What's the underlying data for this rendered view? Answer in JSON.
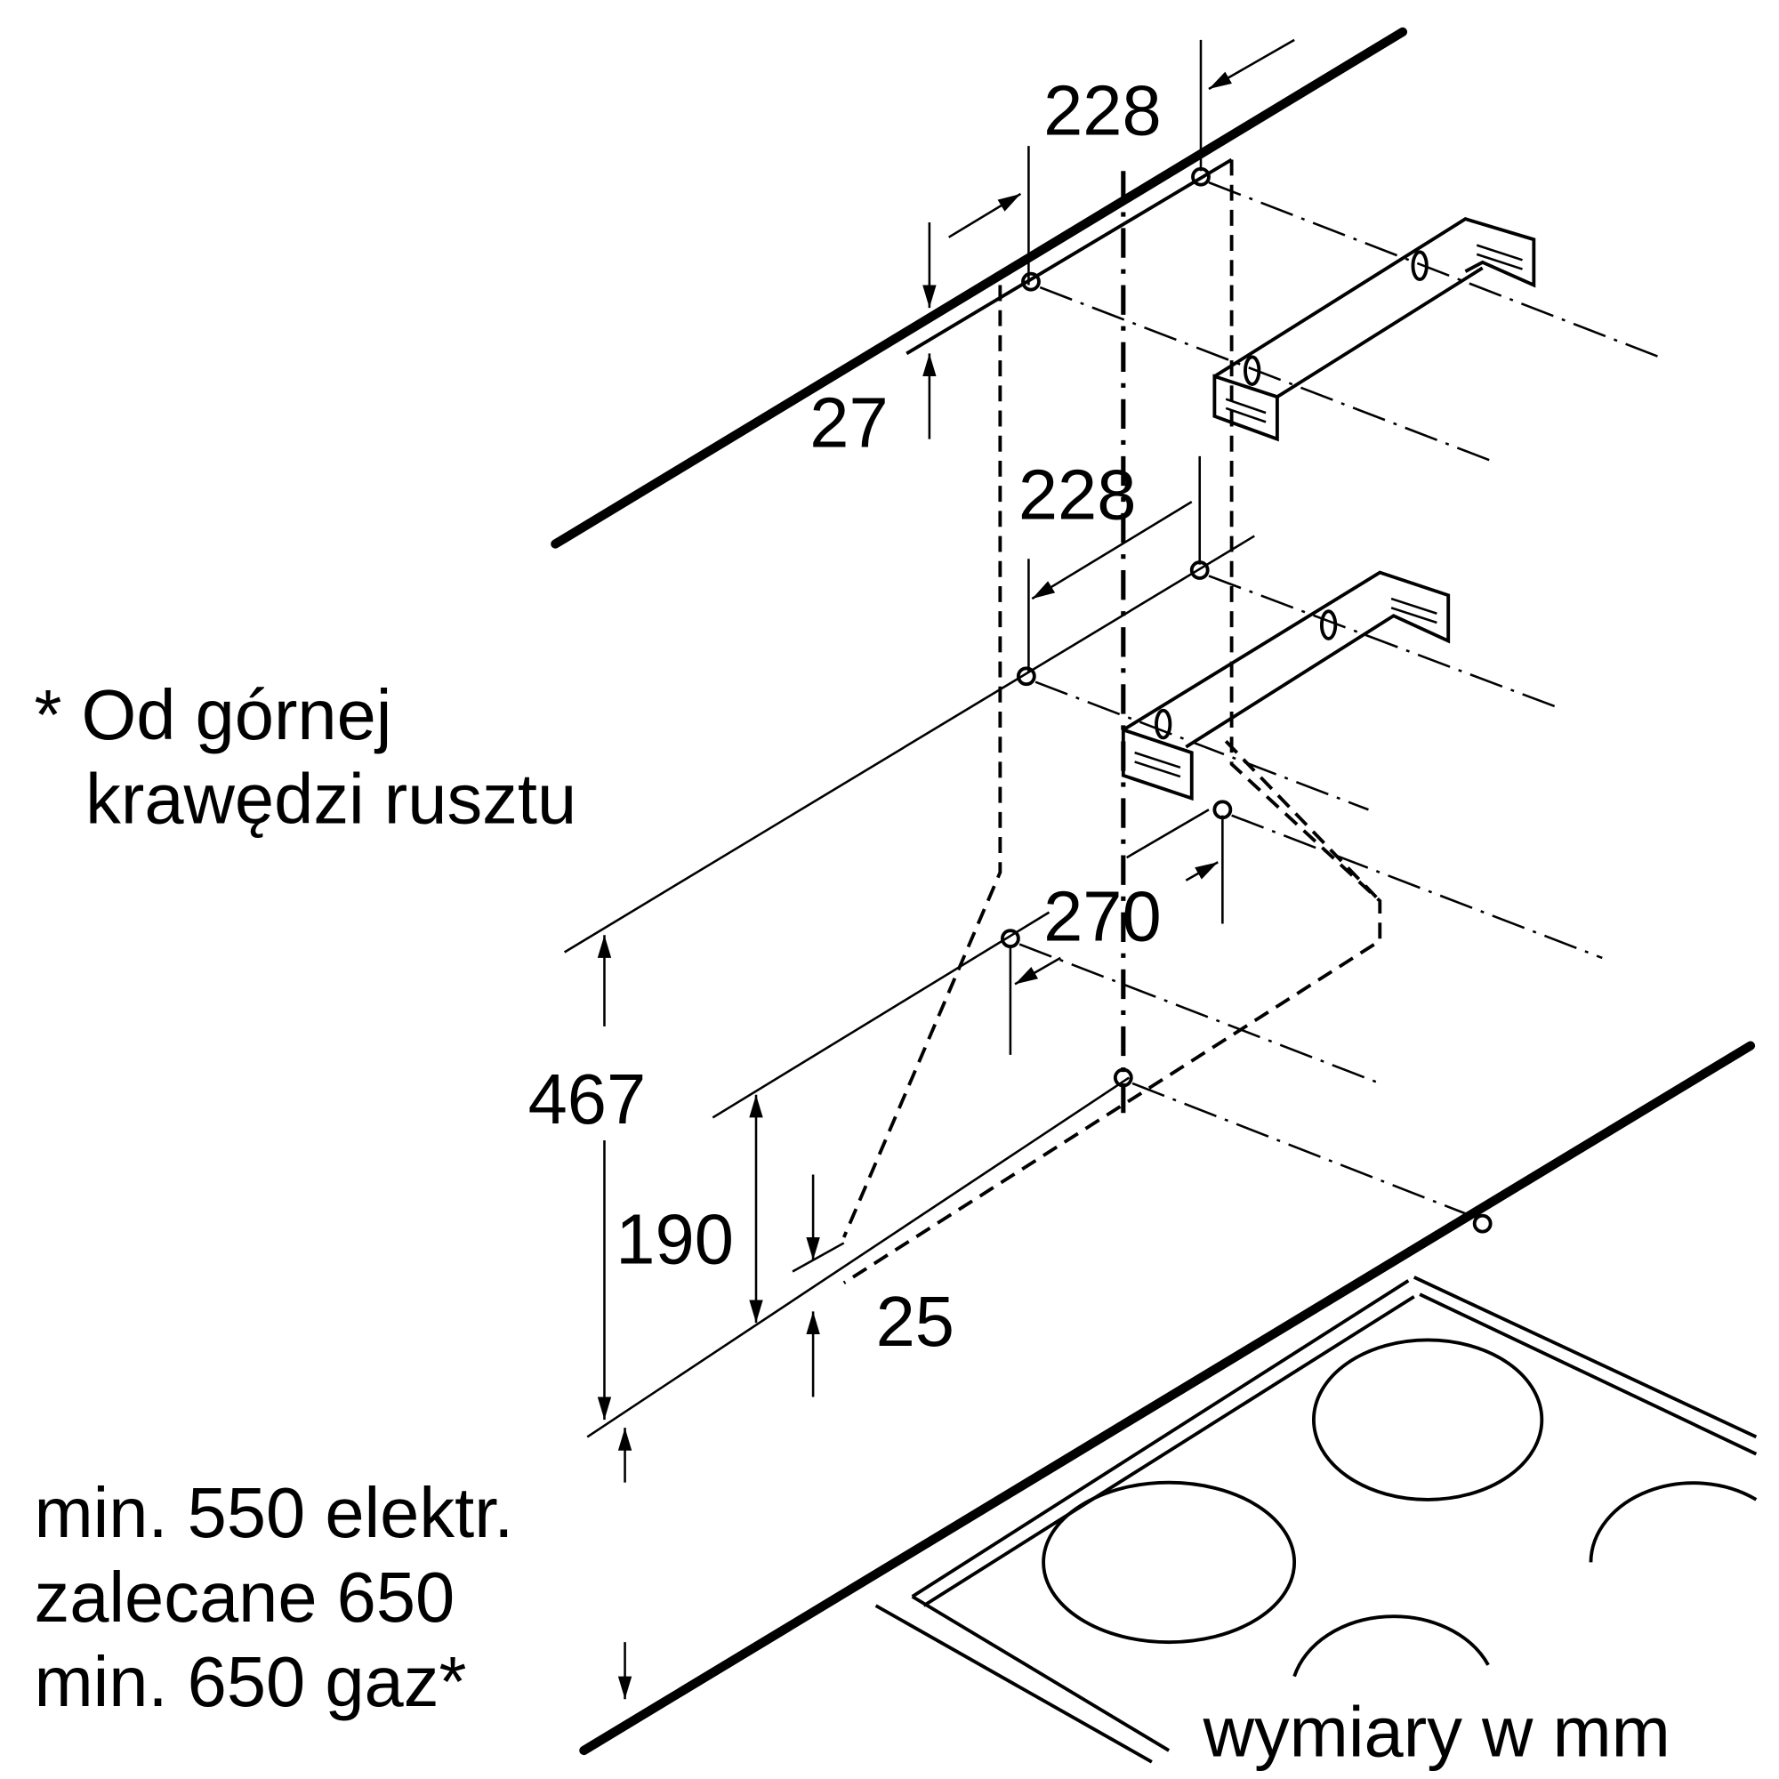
{
  "dimensions": {
    "top_spacing": "228",
    "top_offset": "27",
    "middle_spacing": "228",
    "lower_spacing": "270",
    "height_467": "467",
    "height_190": "190",
    "offset_25": "25"
  },
  "notes": {
    "footnote_line1": "* Od górnej",
    "footnote_line2": "krawędzi rusztu",
    "min_line1": "min. 550 elektr.",
    "min_line2": "zalecane 650",
    "min_line3": "min. 650 gaz*",
    "units": "wymiary w mm"
  }
}
